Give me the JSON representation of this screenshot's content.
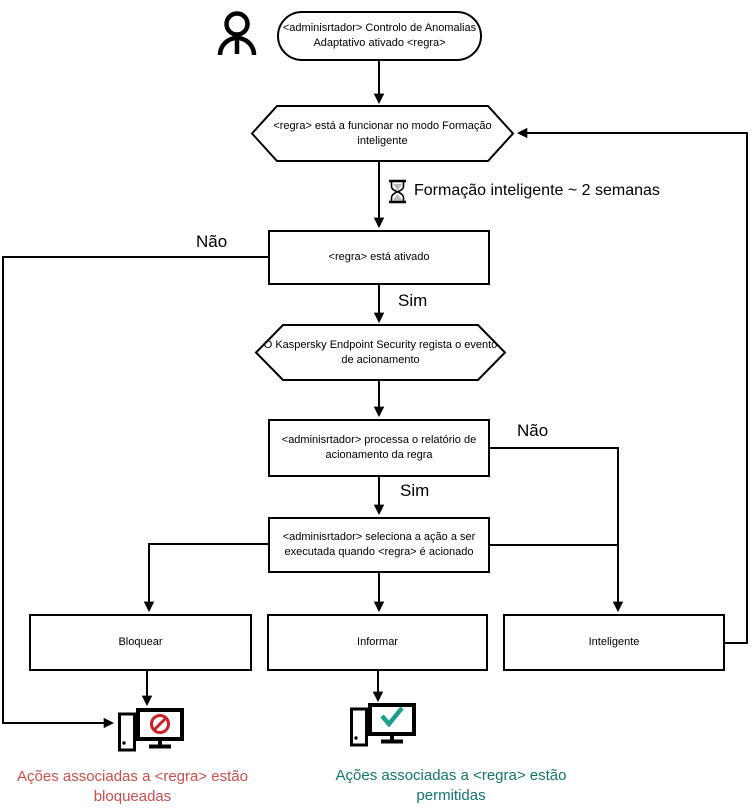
{
  "nodes": {
    "start": {
      "label": "<adminisrtador> Controlo de Anomalias\nAdaptativo ativado <regra>"
    },
    "smart_training_check": {
      "label": "<regra> está a funcionar no modo Formação\ninteligente"
    },
    "rule_active": {
      "label": "<regra> está ativado"
    },
    "event_logged": {
      "label": "O Kaspersky Endpoint Security regista o evento\nde acionamento"
    },
    "admin_processes_report": {
      "label": "<adminisrtador> processa o relatório de\nacionamento da regra"
    },
    "admin_selects_action": {
      "label": "<adminisrtador> seleciona a ação a ser\nexecutada quando <regra> é acionado"
    },
    "block": {
      "label": "Bloquear"
    },
    "inform": {
      "label": "Informar"
    },
    "smart": {
      "label": "Inteligente"
    }
  },
  "edge_labels": {
    "nao_left": "Não",
    "sim_after_rule_active": "Sim",
    "nao_right": "Não",
    "sim_after_report": "Sim"
  },
  "annotations": {
    "training_duration": "Formação inteligente ~ 2 semanas",
    "blocked_caption": "Ações associadas a <regra> estão\nbloqueadas",
    "allowed_caption": "Ações associadas a <regra> estão\npermitidas"
  },
  "icons": {
    "person": "person-icon",
    "hourglass": "hourglass-icon",
    "blocked_computer": "computer-blocked-icon",
    "allowed_computer": "computer-allowed-icon"
  },
  "colors": {
    "line": "#000000",
    "blocked_text": "#c94f4a",
    "allowed_text": "#13766e",
    "prohibition_sign": "#cc2026",
    "checkmark": "#1aa08c"
  }
}
